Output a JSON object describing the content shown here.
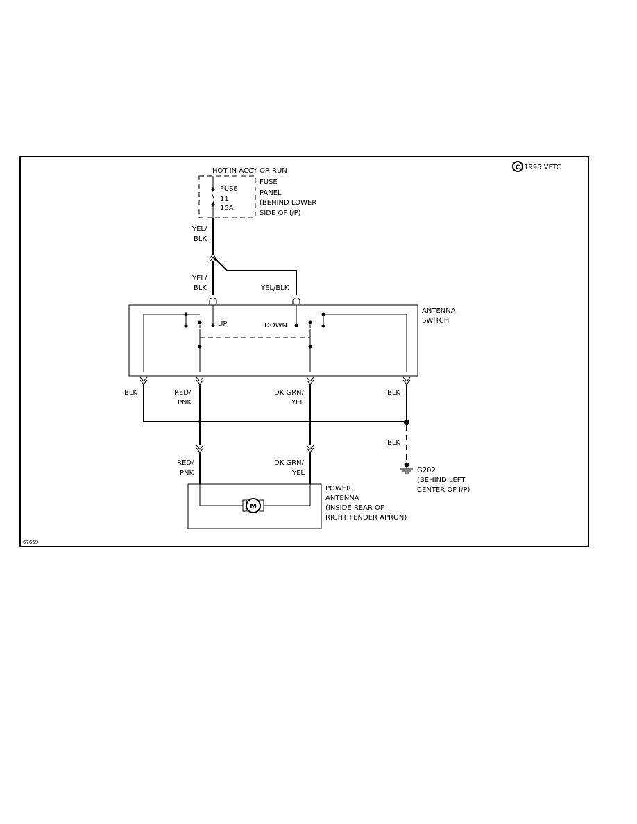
{
  "copyright": "1995 VFTC",
  "copyright_symbol": "C",
  "figure_id": "67659",
  "fuse_panel": {
    "header": "HOT IN ACCY OR RUN",
    "fuse_label": "FUSE",
    "fuse_number": "11",
    "fuse_rating": "15A",
    "location_lines": [
      "FUSE",
      "PANEL",
      "(BEHIND LOWER",
      "SIDE OF I/P)"
    ]
  },
  "wires": {
    "fuse_out_line1": "YEL/",
    "fuse_out_line2": "BLK",
    "up_feed_line1": "YEL/",
    "up_feed_line2": "BLK",
    "down_feed": "YEL/BLK",
    "left_ground": "BLK",
    "red_pnk_top_line1": "RED/",
    "red_pnk_top_line2": "PNK",
    "dkgrn_top_line1": "DK GRN/",
    "dkgrn_top_line2": "YEL",
    "right_ground": "BLK",
    "ground_drop": "BLK",
    "red_pnk_bottom_line1": "RED/",
    "red_pnk_bottom_line2": "PNK",
    "dkgrn_bottom_line1": "DK GRN/",
    "dkgrn_bottom_line2": "YEL"
  },
  "antenna_switch": {
    "name_lines": [
      "ANTENNA",
      "SWITCH"
    ],
    "up_label": "UP",
    "down_label": "DOWN"
  },
  "ground": {
    "id": "G202",
    "location_lines": [
      "(BEHIND LEFT",
      "CENTER OF I/P)"
    ]
  },
  "power_antenna": {
    "motor_symbol": "M",
    "name_lines": [
      "POWER",
      "ANTENNA",
      "(INSIDE REAR OF",
      "RIGHT FENDER APRON)"
    ]
  }
}
